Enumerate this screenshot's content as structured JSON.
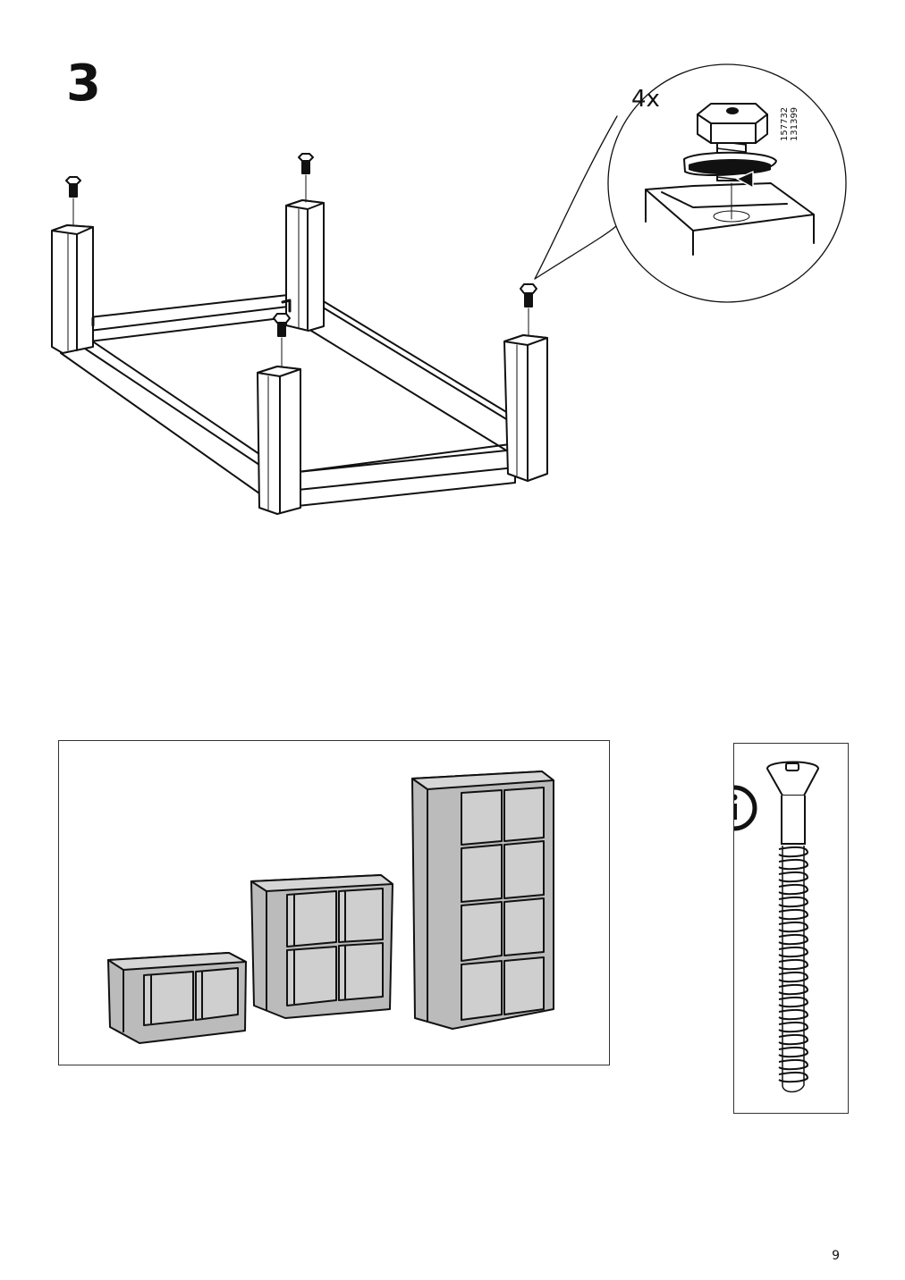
{
  "step": {
    "number": "3"
  },
  "detail": {
    "quantity": "4x",
    "part_numbers": [
      "157732",
      "131399"
    ]
  },
  "info_panel": {
    "icon": "info-icon"
  },
  "products_panel": {
    "icon": "shelving-units-illustration"
  },
  "page": {
    "number": "9"
  }
}
